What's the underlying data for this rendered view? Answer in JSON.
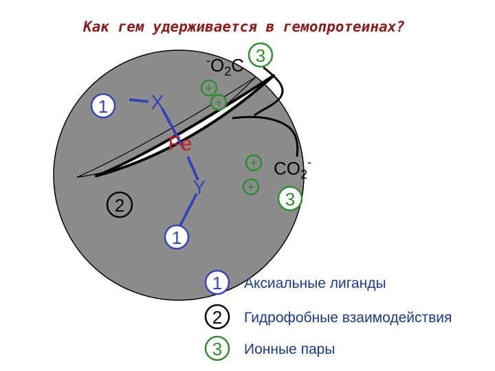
{
  "title": "Как гем удерживается в гемопротеинах?",
  "colors": {
    "title": "#8b1a1a",
    "protein": "#8c8c8c",
    "heme_fill": "#ffffff",
    "heme_stroke": "#000000",
    "ligand_bond": "#3344bb",
    "ligand_text": "#3344bb",
    "fe_text": "#cc2222",
    "ion_green": "#2e8b2e",
    "legend_text": "#1a3a8a",
    "black": "#000000"
  },
  "diagram": {
    "ligand_x": "X",
    "ligand_y": "Y",
    "iron": "Fe",
    "carboxylate_top": {
      "charge": "-",
      "o": "O",
      "sub": "2",
      "c": "C"
    },
    "carboxylate_right": {
      "text": "CO",
      "sub": "2",
      "charge": "-"
    },
    "plus": "+",
    "marker_1": "1",
    "marker_2": "2",
    "marker_3": "3"
  },
  "legend": [
    {
      "num": "1",
      "text": "Аксиальные лиганды",
      "color": "#3344bb"
    },
    {
      "num": "2",
      "text": "Гидрофобные взаимодействия",
      "color": "#000000"
    },
    {
      "num": "3",
      "text": "Ионные пары",
      "color": "#2e8b2e"
    }
  ]
}
